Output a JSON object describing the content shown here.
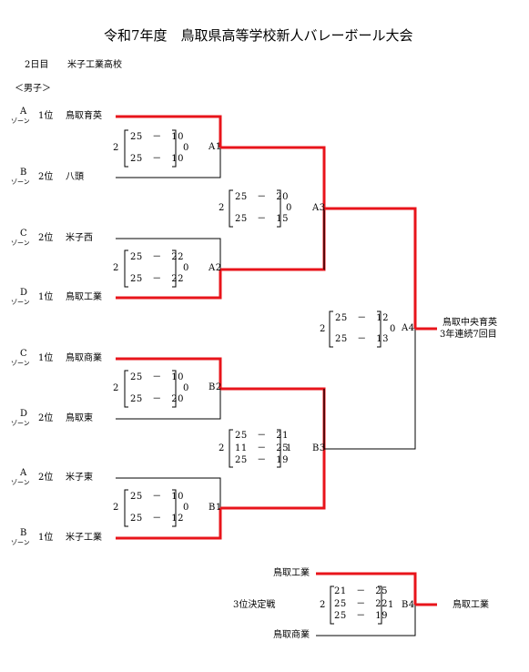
{
  "header": {
    "title": "令和7年度　鳥取県高等学校新人バレーボール大会",
    "day": "2日目",
    "venue": "米子工業高校",
    "division": "＜男子＞"
  },
  "zone_word": "ゾーン",
  "entries": [
    {
      "zone": "A",
      "rank": "1位",
      "team": "鳥取育英"
    },
    {
      "zone": "B",
      "rank": "2位",
      "team": "八頭"
    },
    {
      "zone": "C",
      "rank": "2位",
      "team": "米子西"
    },
    {
      "zone": "D",
      "rank": "1位",
      "team": "鳥取工業"
    },
    {
      "zone": "C",
      "rank": "1位",
      "team": "鳥取商業"
    },
    {
      "zone": "D",
      "rank": "2位",
      "team": "鳥取東"
    },
    {
      "zone": "A",
      "rank": "2位",
      "team": "米子東"
    },
    {
      "zone": "B",
      "rank": "1位",
      "team": "米子工業"
    }
  ],
  "matches": [
    {
      "id": "A1",
      "left_sets": "2",
      "right_sets": "0",
      "scores": [
        "25　－　10",
        "25　－　10"
      ]
    },
    {
      "id": "A2",
      "left_sets": "2",
      "right_sets": "0",
      "scores": [
        "25　－　22",
        "25　－　22"
      ]
    },
    {
      "id": "B2",
      "left_sets": "2",
      "right_sets": "0",
      "scores": [
        "25　－　10",
        "25　－　20"
      ]
    },
    {
      "id": "B1",
      "left_sets": "2",
      "right_sets": "0",
      "scores": [
        "25　－　10",
        "25　－　12"
      ]
    },
    {
      "id": "A3",
      "left_sets": "2",
      "right_sets": "0",
      "scores": [
        "25　－　20",
        "25　－　15"
      ]
    },
    {
      "id": "B3",
      "left_sets": "2",
      "right_sets": "1",
      "scores": [
        "25　－　21",
        "11　－　25",
        "25　－　19"
      ]
    },
    {
      "id": "A4",
      "left_sets": "2",
      "right_sets": "0",
      "scores": [
        "25　－　12",
        "25　－　13"
      ]
    }
  ],
  "champion": {
    "name": "鳥取中央育英",
    "note": "3年連続7回目"
  },
  "third_place": {
    "label": "3位決定戦",
    "top_team": "鳥取工業",
    "bottom_team": "鳥取商業",
    "match_id": "B4",
    "left_sets": "2",
    "right_sets": "1",
    "scores": [
      "21　－　25",
      "25　－　22",
      "25　－　19"
    ],
    "winner": "鳥取工業"
  },
  "colors": {
    "win_line": "#e8141b",
    "line": "#000000"
  }
}
